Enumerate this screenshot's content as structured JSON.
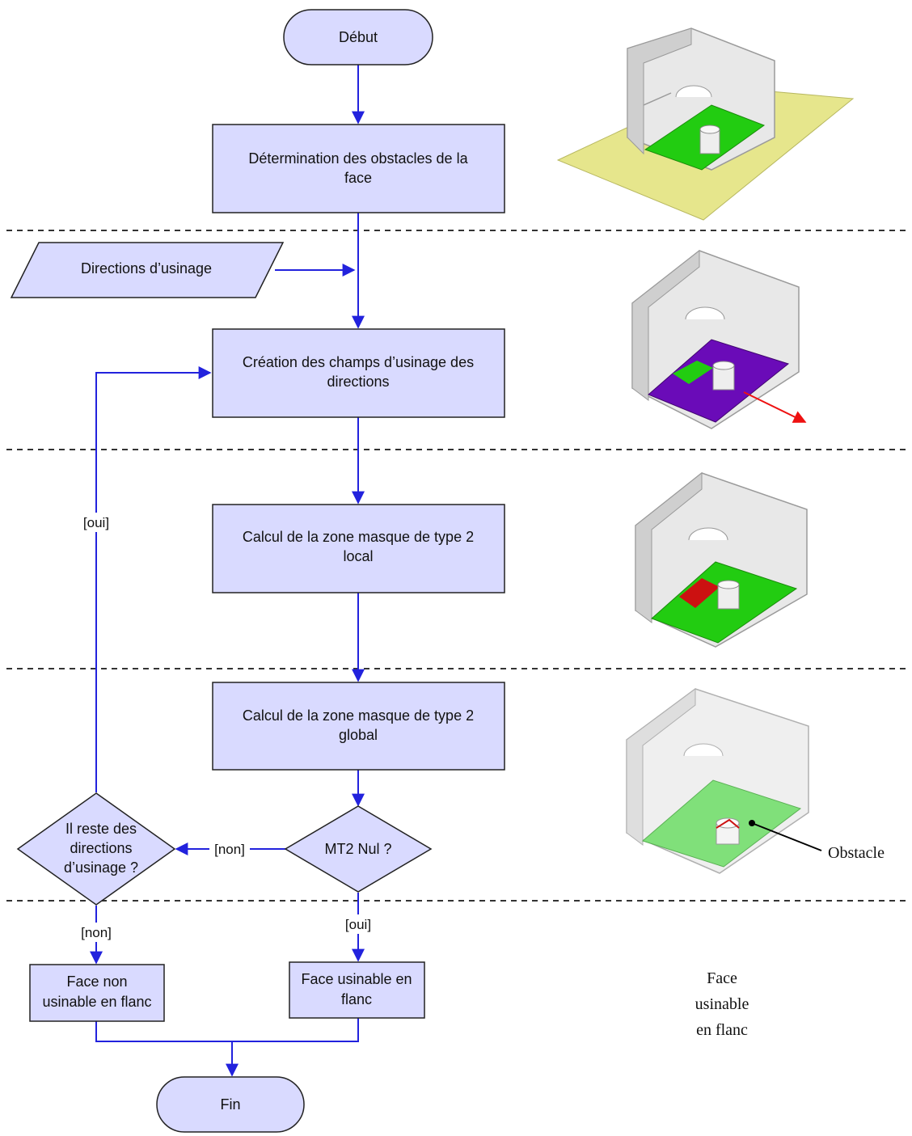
{
  "colors": {
    "node_fill": "#d9daff",
    "node_stroke": "#222222",
    "edge": "#2222dd",
    "separator": "#333333",
    "part_gray": "#e0e0e0",
    "plane_yellow": "#e6e68c",
    "face_green": "#22cc11",
    "face_purple": "#6a0bb8",
    "face_red": "#cc1111",
    "face_light_green": "#80e07a",
    "arrow_red": "#ee1111"
  },
  "nodes": {
    "debut": "Début",
    "determination": [
      "Détermination des obstacles de la",
      "face"
    ],
    "directions_input": "Directions d’usinage",
    "creation": [
      "Création des champs d’usinage des",
      "directions"
    ],
    "calcul_local": [
      "Calcul de la zone masque de type 2",
      "local"
    ],
    "calcul_global": [
      "Calcul de la zone masque de type 2",
      "global"
    ],
    "mt2_decision": "MT2 Nul ?",
    "reste_decision": [
      "Il reste des",
      "directions",
      "d’usinage ?"
    ],
    "face_non": [
      "Face non",
      "usinable en flanc"
    ],
    "face_usinable": [
      "Face usinable en",
      "flanc"
    ],
    "fin": "Fin"
  },
  "edge_labels": {
    "oui_loop": "[oui]",
    "non_mt2": "[non]",
    "non_reste": "[non]",
    "oui_mt2": "[oui]"
  },
  "illustrations": {
    "obstacle_label": "Obstacle",
    "final_caption": [
      "Face",
      "usinable",
      "en flanc"
    ]
  }
}
